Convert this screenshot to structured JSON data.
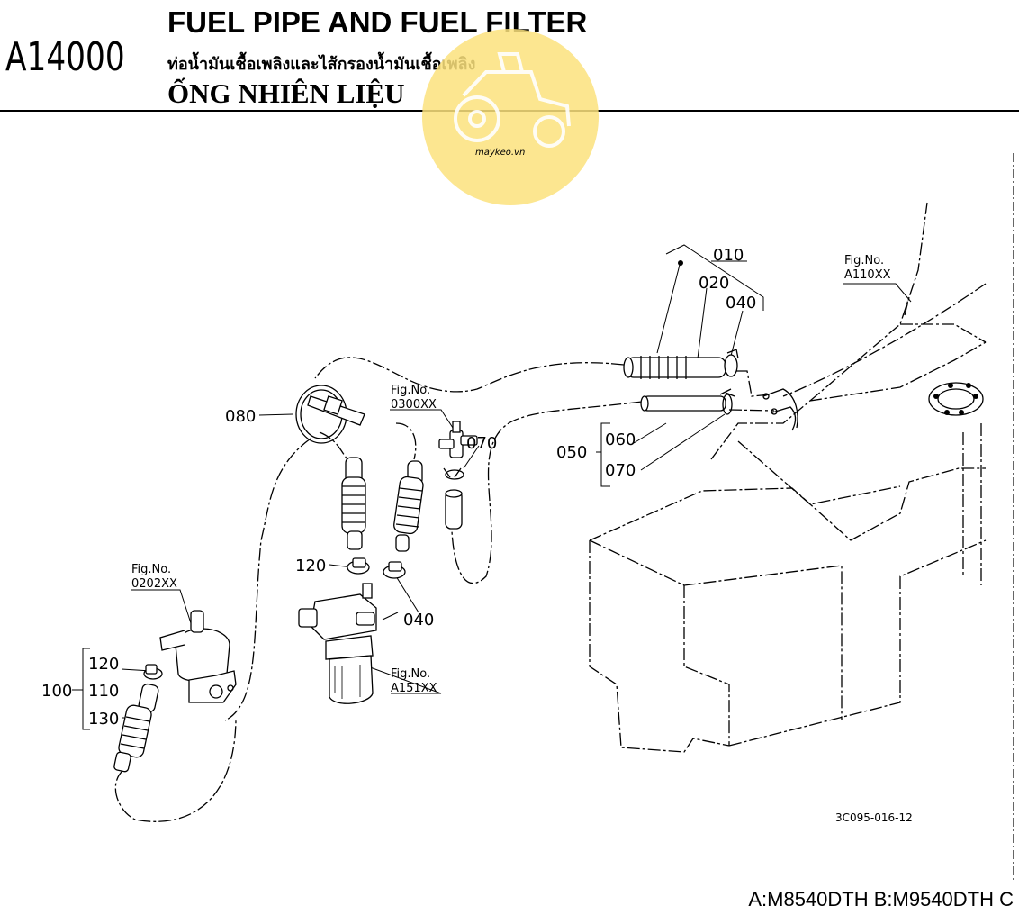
{
  "header": {
    "code": "A14000",
    "title_en": "FUEL PIPE AND FUEL FILTER",
    "title_th": "ท่อน้ำมันเชื้อเพลิงและไส้กรองน้ำมันเชื้อเพลิง",
    "title_vi": "ỐNG NHIÊN LIỆU"
  },
  "watermark": {
    "text": "maykeo.vn",
    "color": "#fbe27c"
  },
  "callouts": {
    "p010": "010",
    "p020": "020",
    "p040a": "040",
    "p050": "050",
    "p060": "060",
    "p070a": "070",
    "p070b": "070",
    "p080": "080",
    "p040b": "040",
    "p120a": "120",
    "p100": "100",
    "p110": "110",
    "p120b": "120",
    "p130": "130"
  },
  "figrefs": {
    "fig_label": "Fig.No.",
    "a110": "A110XX",
    "f0300": "0300XX",
    "f0202": "0202XX",
    "a151": "A151XX"
  },
  "drawing_code": "3C095-016-12",
  "footer": "A:M8540DTH B:M9540DTH C"
}
